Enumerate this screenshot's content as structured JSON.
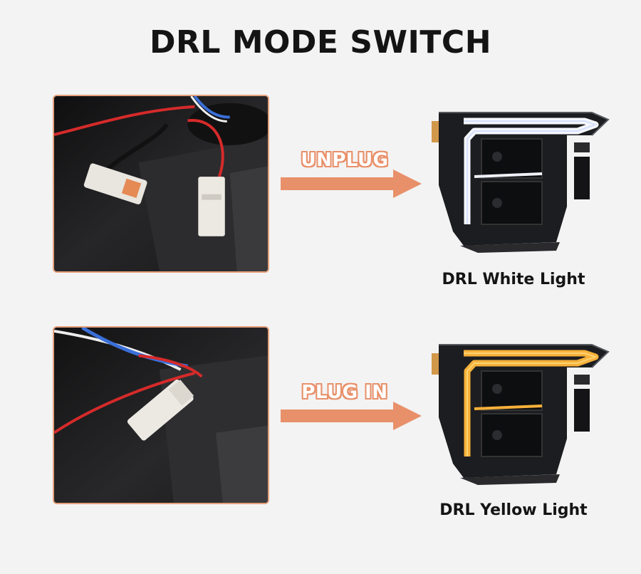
{
  "title": "DRL MODE SWITCH",
  "colors": {
    "accent": "#e8906a",
    "photo_border": "#e6a07b",
    "drl_white": "#f4f6fb",
    "drl_yellow": "#f6b13a"
  },
  "steps": [
    {
      "action": "UNPLUG",
      "result": "DRL White Light"
    },
    {
      "action": "PLUG IN",
      "result": "DRL Yellow Light"
    }
  ]
}
